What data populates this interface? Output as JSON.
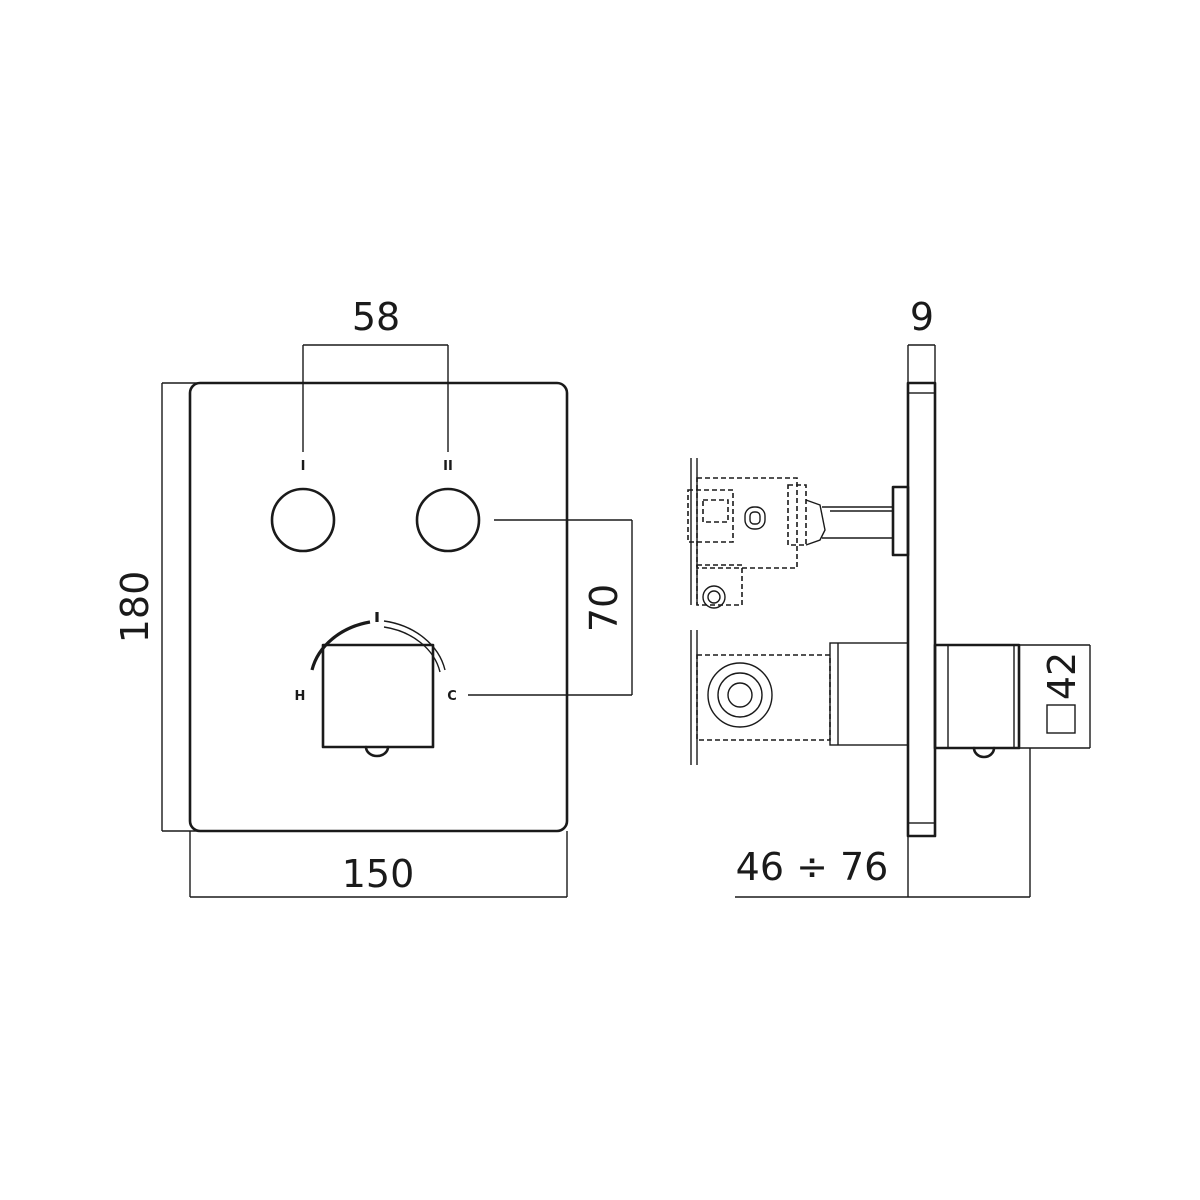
{
  "dimensions": {
    "button_spacing": "58",
    "height": "180",
    "width": "150",
    "vertical_offset": "70",
    "plate_thickness": "9",
    "depth_range": "46 ÷ 76",
    "handle_square": "42"
  },
  "markings": {
    "outlet_one": "I",
    "outlet_two": "II",
    "hot": "H",
    "cold": "C"
  }
}
